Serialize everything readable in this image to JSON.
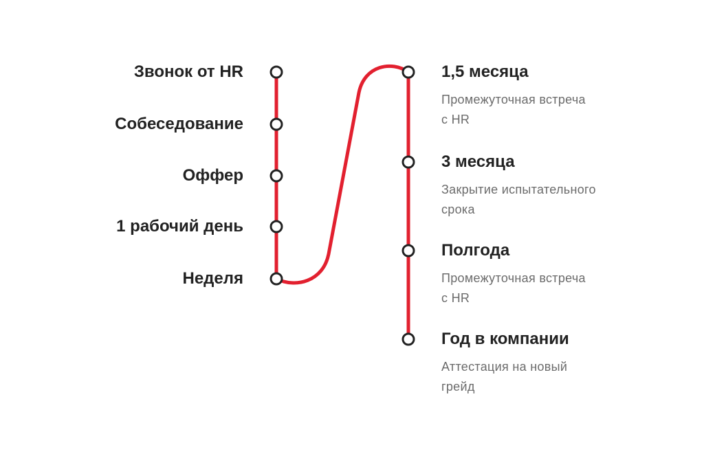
{
  "colors": {
    "line": "#e2202f",
    "dot_stroke": "#222222",
    "title": "#222222",
    "subtitle": "#6b6b6b"
  },
  "left_stations": [
    {
      "title": "Звонок от HR"
    },
    {
      "title": "Собеседование"
    },
    {
      "title": "Оффер"
    },
    {
      "title": "1 рабочий день"
    },
    {
      "title": "Неделя"
    }
  ],
  "right_stations": [
    {
      "title": "1,5 месяца",
      "subtitle": "Промежуточная встреча\nс HR"
    },
    {
      "title": "3 месяца",
      "subtitle": "Закрытие испытательного\nсрока"
    },
    {
      "title": "Полгода",
      "subtitle": "Промежуточная встреча\nс HR"
    },
    {
      "title": "Год в компании",
      "subtitle": "Аттестация на новый\nгрейд"
    }
  ]
}
